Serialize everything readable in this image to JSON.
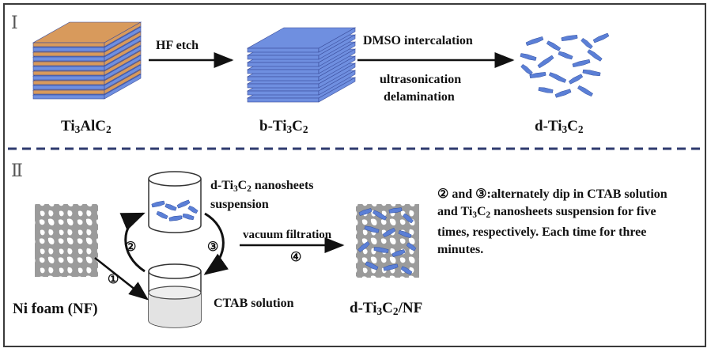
{
  "section1": {
    "roman": "Ⅰ",
    "material1": "Ti3AlC2",
    "step1": "HF etch",
    "material2": "b-Ti3C2",
    "step2a": "DMSO intercalation",
    "step2b": "ultrasonication",
    "step2c": "delamination",
    "material3": "d-Ti3C2"
  },
  "section2": {
    "roman": "Ⅱ",
    "suspension_label_line1": "d-Ti3C2 nanosheets",
    "suspension_label_line2": "suspension",
    "ctab_label": "CTAB solution",
    "foam_label": "Ni foam (NF)",
    "step1_num": "①",
    "step2_num": "②",
    "step3_num": "③",
    "step4_num": "④",
    "filtration_label": "vacuum filtration",
    "product_label": "d-Ti3C2/NF",
    "note_line1": "② and ③:alternately dip in CTAB solution",
    "note_line2": "and Ti3C2 nanosheets suspension for five",
    "note_line3": "times, respectively. Each time for three",
    "note_line4": "minutes."
  },
  "colors": {
    "layer_blue": "#6f8fe0",
    "layer_orange": "#d89a5c",
    "flake_blue": "#5b7fd6",
    "foam_gray": "#9b9b9b",
    "divider": "#2e3a6e"
  }
}
